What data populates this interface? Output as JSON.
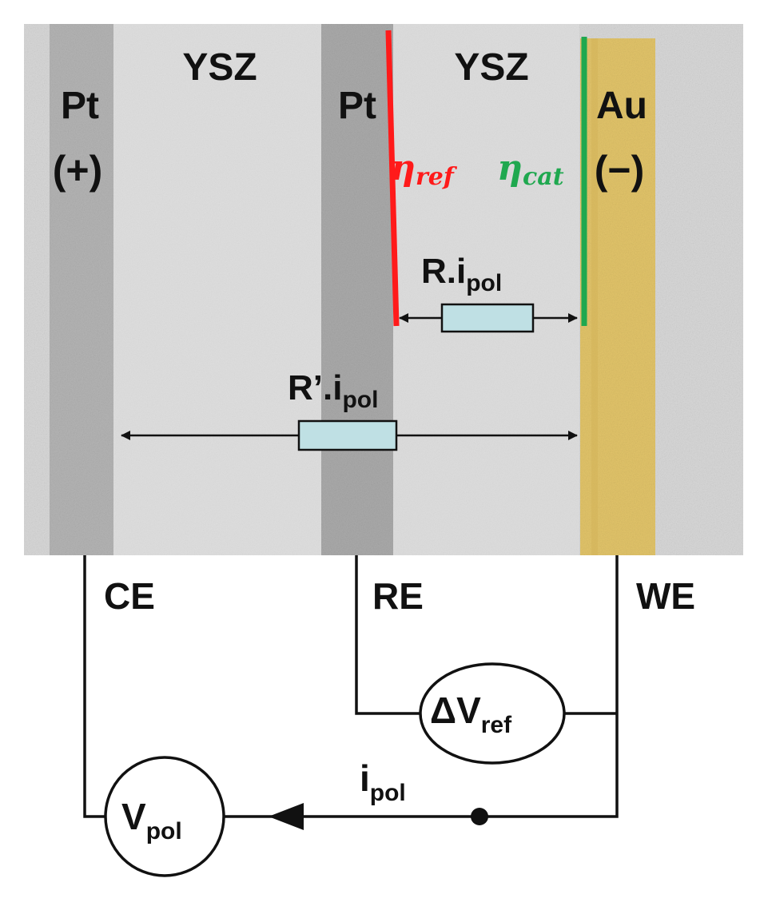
{
  "regions": {
    "left_electrode": {
      "label": "Pt",
      "polarity": "(+)"
    },
    "left_electrolyte": {
      "label": "YSZ"
    },
    "reference_electrode": {
      "label": "Pt"
    },
    "right_electrolyte": {
      "label": "YSZ"
    },
    "working_electrode": {
      "label": "Au",
      "polarity": "(−)"
    }
  },
  "overpotentials": {
    "ref": {
      "symbol": "η",
      "subscript": "ref",
      "color": "#ff1a1a"
    },
    "cat": {
      "symbol": "η",
      "subscript": "cat",
      "color": "#1fa84f"
    }
  },
  "resistances": {
    "inner": {
      "base": "R.i",
      "subscript": "pol"
    },
    "outer": {
      "base": "R’.i",
      "subscript": "pol"
    }
  },
  "terminals": {
    "ce": "CE",
    "re": "RE",
    "we": "WE"
  },
  "instruments": {
    "voltmeter": {
      "base": "ΔV",
      "subscript": "ref"
    },
    "source": {
      "base": "V",
      "subscript": "pol"
    }
  },
  "current": {
    "base": "i",
    "subscript": "pol"
  },
  "colors": {
    "gold": "#e3c56a",
    "resistor_fill": "#bfe0e4",
    "ysz_background": "#d8d8d8",
    "pt_strip": "#bdbdbd"
  }
}
